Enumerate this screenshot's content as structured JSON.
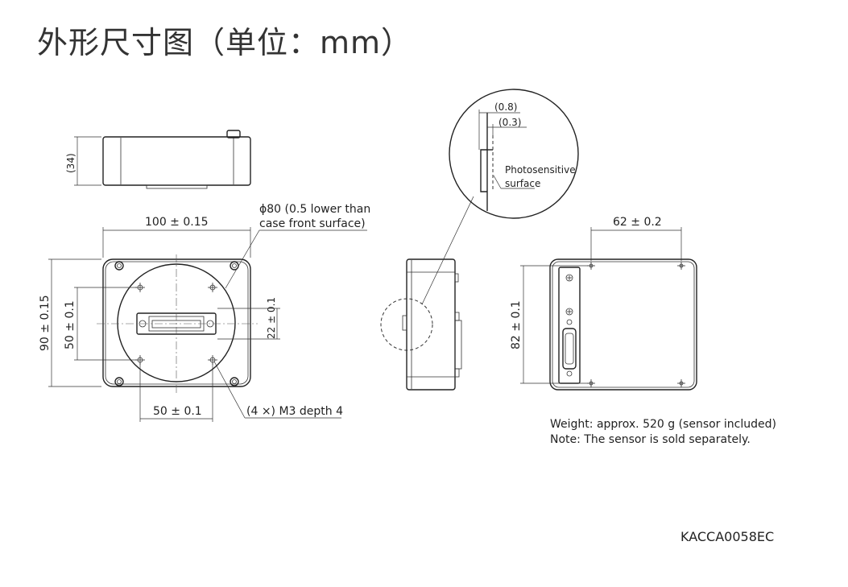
{
  "title": "外形尺寸图（单位：mm）",
  "dimensions": {
    "height_side": "(34)",
    "width_front": "100 ± 0.15",
    "sensor_diameter_line1": "ϕ80 (0.5 lower than",
    "sensor_diameter_line2": "case front surface)",
    "height_front": "90 ± 0.15",
    "hole_spacing_vertical": "50 ± 0.1",
    "hole_spacing_horizontal": "50 ± 0.1",
    "connector_offset": "22 ± 0.1",
    "screw_holes": "(4 ×) M3 depth 4",
    "detail_offset_1": "(0.8)",
    "detail_offset_2": "(0.3)",
    "photosensitive_line1": "Photosensitive",
    "photosensitive_line2": "surface",
    "rear_hole_spacing_h": "62 ± 0.2",
    "rear_hole_spacing_v": "82 ± 0.1"
  },
  "notes": {
    "weight": "Weight: approx. 520 g (sensor included)",
    "sensor": "Note: The sensor is sold separately."
  },
  "document_code": "KACCA0058EC"
}
